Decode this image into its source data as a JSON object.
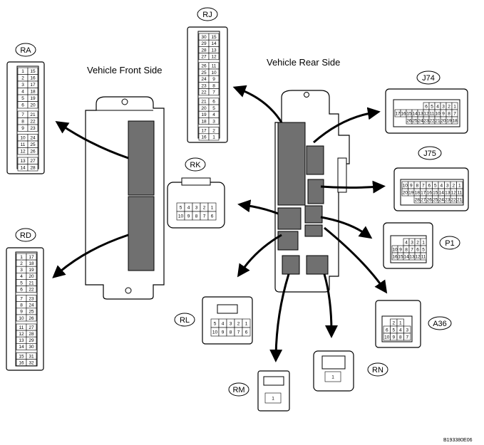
{
  "labels": {
    "front": "Vehicle Front Side",
    "rear": "Vehicle Rear Side",
    "code": "B193380E06"
  },
  "connectors": {
    "RA": {
      "tag": "RA",
      "pins": [
        [
          "1",
          "15"
        ],
        [
          "2",
          "16"
        ],
        [
          "3",
          "17"
        ],
        [
          "4",
          "18"
        ],
        [
          "5",
          "19"
        ],
        [
          "6",
          "20"
        ],
        [
          "7",
          "21"
        ],
        [
          "8",
          "22"
        ],
        [
          "9",
          "23"
        ],
        [
          "10",
          "24"
        ],
        [
          "11",
          "25"
        ],
        [
          "12",
          "26"
        ],
        [
          "13",
          "27"
        ],
        [
          "14",
          "28"
        ]
      ]
    },
    "RD": {
      "tag": "RD",
      "pins": [
        [
          "1",
          "17"
        ],
        [
          "2",
          "18"
        ],
        [
          "3",
          "19"
        ],
        [
          "4",
          "20"
        ],
        [
          "5",
          "21"
        ],
        [
          "6",
          "22"
        ],
        [
          "7",
          "23"
        ],
        [
          "8",
          "24"
        ],
        [
          "9",
          "25"
        ],
        [
          "10",
          "26"
        ],
        [
          "11",
          "27"
        ],
        [
          "12",
          "28"
        ],
        [
          "13",
          "29"
        ],
        [
          "14",
          "30"
        ],
        [
          "15",
          "31"
        ],
        [
          "16",
          "32"
        ]
      ]
    },
    "RJ": {
      "tag": "RJ",
      "pins": [
        [
          "30",
          "15"
        ],
        [
          "29",
          "14"
        ],
        [
          "28",
          "13"
        ],
        [
          "27",
          "12"
        ],
        [
          "26",
          "11"
        ],
        [
          "25",
          "10"
        ],
        [
          "24",
          "9"
        ],
        [
          "23",
          "8"
        ],
        [
          "22",
          "7"
        ],
        [
          "21",
          "6"
        ],
        [
          "20",
          "5"
        ],
        [
          "19",
          "4"
        ],
        [
          "18",
          "3"
        ],
        [
          "17",
          "2"
        ],
        [
          "16",
          "1"
        ]
      ]
    },
    "RK": {
      "tag": "RK",
      "rows": [
        [
          "5",
          "4",
          "3",
          "2",
          "1"
        ],
        [
          "10",
          "9",
          "8",
          "7",
          "6"
        ]
      ]
    },
    "RL": {
      "tag": "RL",
      "rows": [
        [
          "5",
          "4",
          "3",
          "2",
          "1"
        ],
        [
          "10",
          "9",
          "8",
          "7",
          "6"
        ]
      ]
    },
    "RM": {
      "tag": "RM",
      "rows": [
        [
          "1"
        ]
      ]
    },
    "RN": {
      "tag": "RN",
      "rows": [
        [
          "1"
        ]
      ]
    },
    "J74": {
      "tag": "J74",
      "rows": [
        [
          "6",
          "5",
          "4",
          "3",
          "2",
          "1"
        ],
        [
          "17",
          "16",
          "15",
          "14",
          "13",
          "12",
          "11",
          "10",
          "9",
          "8",
          "7"
        ],
        [
          "26",
          "25",
          "24",
          "23",
          "22",
          "21",
          "20",
          "19",
          "18"
        ]
      ]
    },
    "J75": {
      "tag": "J75",
      "rows": [
        [
          "10",
          "9",
          "8",
          "7",
          "6",
          "5",
          "4",
          "3",
          "2",
          "1"
        ],
        [
          "20",
          "19",
          "18",
          "17",
          "16",
          "15",
          "14",
          "13",
          "12",
          "11"
        ],
        [
          "28",
          "27",
          "26",
          "25",
          "24",
          "23",
          "22",
          "21"
        ]
      ]
    },
    "P1": {
      "tag": "P1",
      "rows": [
        [
          "4",
          "3",
          "2",
          "1"
        ],
        [
          "10",
          "9",
          "8",
          "7",
          "6",
          "5"
        ],
        [
          "16",
          "15",
          "14",
          "13",
          "12",
          "11"
        ]
      ]
    },
    "A36": {
      "tag": "A36",
      "rows": [
        [
          "2",
          "1"
        ],
        [
          "6",
          "5",
          "4",
          "3"
        ],
        [
          "10",
          "9",
          "8",
          "7"
        ]
      ]
    }
  }
}
